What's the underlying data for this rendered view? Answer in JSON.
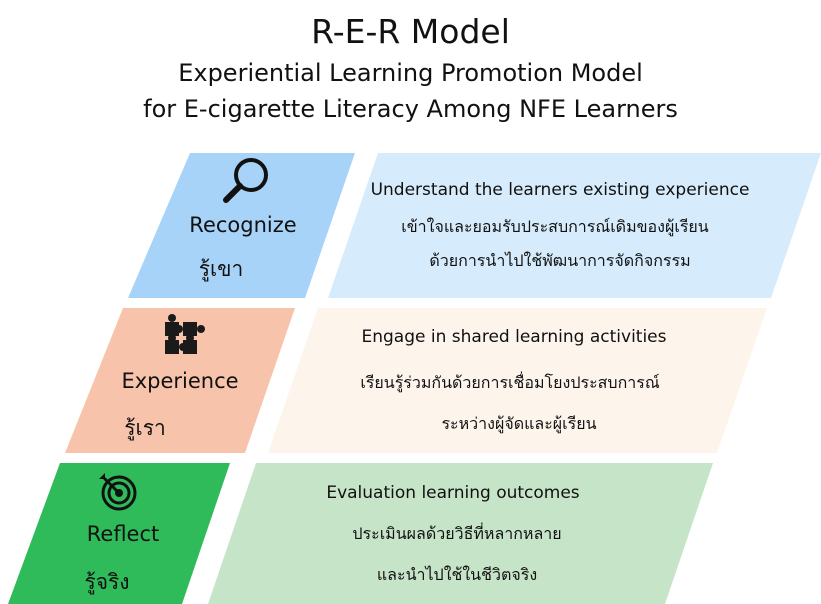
{
  "title": "R-E-R Model",
  "subtitle_line1": "Experiential Learning Promotion Model",
  "subtitle_line2": "for E-cigarette Literacy Among NFE Learners",
  "stages": [
    {
      "label_en": "Recognize",
      "label_th": "รู้เขา",
      "icon": "magnifier-icon",
      "desc_en": "Understand the learners existing experience",
      "desc_th1": "เข้าใจและยอมรับประสบการณ์เดิมของผู้เรียน",
      "desc_th2": "ด้วยการนำไปใช้พัฒนาการจัดกิจกรรม",
      "left_color": "#a6d3f7",
      "right_color": "#d6ebfb"
    },
    {
      "label_en": "Experience",
      "label_th": "รู้เรา",
      "icon": "puzzle-icon",
      "desc_en": "Engage in shared learning activities",
      "desc_th1": "เรียนรู้ร่วมกันด้วยการเชื่อมโยงประสบการณ์",
      "desc_th2": "ระหว่างผู้จัดและผู้เรียน",
      "left_color": "#f7c4ab",
      "right_color": "#fdf4ec"
    },
    {
      "label_en": "Reflect",
      "label_th": "รู้จริง",
      "icon": "target-icon",
      "desc_en": "Evaluation learning outcomes",
      "desc_th1": "ประเมินผลด้วยวิธีที่หลากหลาย",
      "desc_th2": "และนำไปใช้ในชีวิตจริง",
      "left_color": "#2fbb5a",
      "right_color": "#c6e4c8"
    }
  ]
}
